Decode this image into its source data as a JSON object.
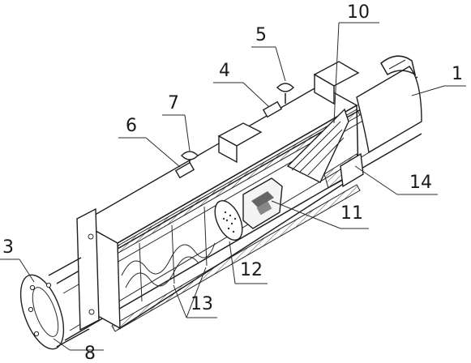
{
  "callouts": [
    {
      "id": "c1",
      "label": "1"
    },
    {
      "id": "c3",
      "label": "3"
    },
    {
      "id": "c4",
      "label": "4"
    },
    {
      "id": "c5",
      "label": "5"
    },
    {
      "id": "c6",
      "label": "6"
    },
    {
      "id": "c7",
      "label": "7"
    },
    {
      "id": "c8",
      "label": "8"
    },
    {
      "id": "c10",
      "label": "10"
    },
    {
      "id": "c11",
      "label": "11"
    },
    {
      "id": "c12",
      "label": "12"
    },
    {
      "id": "c13",
      "label": "13"
    },
    {
      "id": "c14",
      "label": "14"
    }
  ]
}
